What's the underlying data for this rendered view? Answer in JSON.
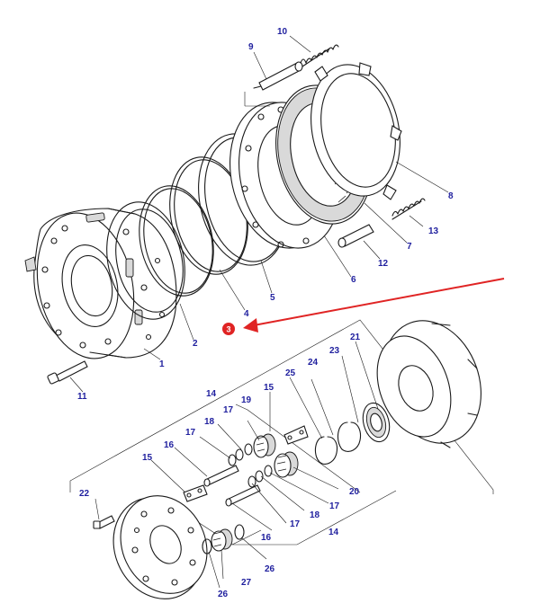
{
  "diagram": {
    "labels": {
      "l1": "1",
      "l2": "2",
      "l3": "3",
      "l4": "4",
      "l5": "5",
      "l6": "6",
      "l7": "7",
      "l8": "8",
      "l9": "9",
      "l10": "10",
      "l11": "11",
      "l12": "12",
      "l13": "13",
      "l14a": "14",
      "l14b": "14",
      "l15a": "15",
      "l15b": "15",
      "l16a": "16",
      "l16b": "16",
      "l17a": "17",
      "l17b": "17",
      "l17c": "17",
      "l17d": "17",
      "l18a": "18",
      "l18b": "18",
      "l19": "19",
      "l20": "20",
      "l21": "21",
      "l22": "22",
      "l23": "23",
      "l24": "24",
      "l25": "25",
      "l26a": "26",
      "l26b": "26",
      "l27": "27"
    },
    "highlight": {
      "label": "3",
      "color": "#e02424"
    }
  }
}
